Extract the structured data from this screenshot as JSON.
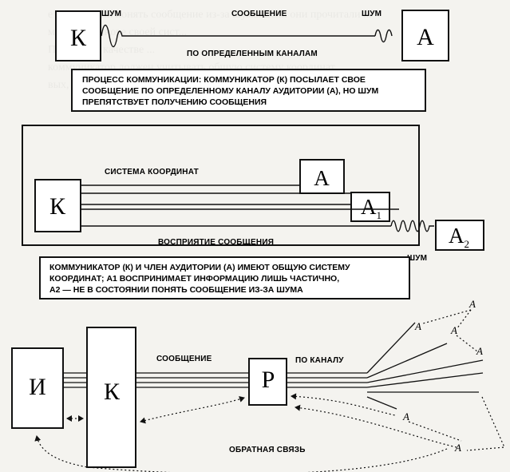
{
  "diagram1": {
    "communicator": "К",
    "audience": "А",
    "noise_left": "ШУМ",
    "message": "СООБЩЕНИЕ",
    "noise_right": "ШУМ",
    "channel": "ПО ОПРЕДЕЛЕННЫМ КАНАЛАМ",
    "caption_lines": [
      "ПРОЦЕСС КОММУНИКАЦИИ: КОММУНИКАТОР (К) ПОСЫЛАЕТ СВОЕ",
      "СООБЩЕНИЕ ПО ОПРЕДЕЛЕННОМУ КАНАЛУ АУДИТОРИИ (А), НО ШУМ",
      "ПРЕПЯТСТВУЕТ ПОЛУЧЕНИЮ СООБЩЕНИЯ"
    ]
  },
  "diagram2": {
    "coordinate_system": "СИСТЕМА КООРДИНАТ",
    "communicator": "К",
    "audience": "А",
    "audience1": "A",
    "audience1_sub": "1",
    "audience2": "A",
    "audience2_sub": "2",
    "perception": "ВОСПРИЯТИЕ СООБЩЕНИЯ",
    "noise": "ШУМ",
    "caption_lines": [
      "КОММУНИКАТОР (К) И ЧЛЕН АУДИТОРИИ (А) ИМЕЮТ ОБЩУЮ СИСТЕМУ",
      "КООРДИНАТ; А1 ВОСПРИНИМАЕТ ИНФОРМАЦИЮ ЛИШЬ ЧАСТИЧНО,",
      "А2 — НЕ В СОСТОЯНИИ ПОНЯТЬ СООБЩЕНИЕ ИЗ-ЗА ШУМА"
    ]
  },
  "diagram3": {
    "source": "И",
    "communicator": "К",
    "relay": "Р",
    "message": "СООБЩЕНИЕ",
    "channel": "ПО КАНАЛУ",
    "feedback": "ОБРАТНАЯ СВЯЗЬ",
    "audience_labels": [
      "A",
      "A",
      "A",
      "A",
      "A",
      "A"
    ]
  },
  "background_text": "е в состоянии понять сообщение из-за шума. Если они прочитали ...\nмения на основе своей сист...\nПри этом в качестве ...\nкоммуникатор должен учитывать общую систему координат...\nвых, представленную ... являются восприятие ..."
}
